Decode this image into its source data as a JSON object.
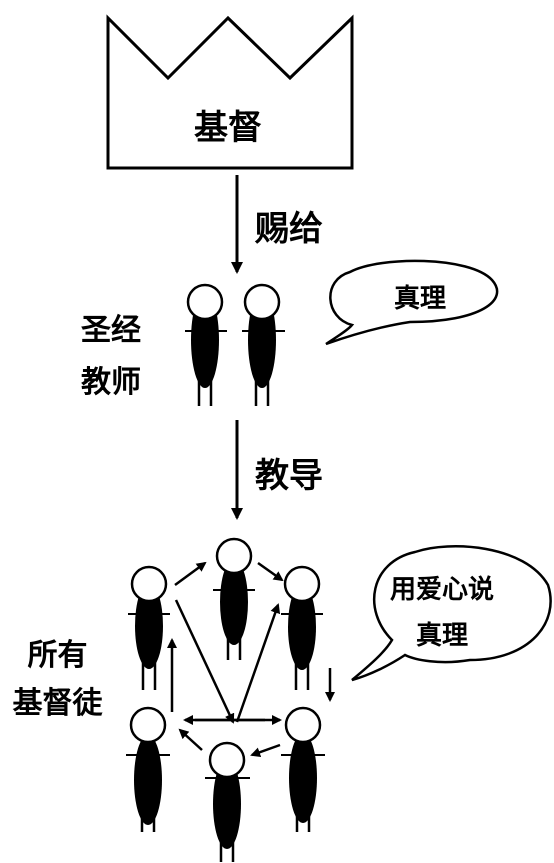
{
  "crown": {
    "label": "基督"
  },
  "arrow_top": {
    "label": "赐给"
  },
  "teachers": {
    "line1": "圣经",
    "line2": "教师"
  },
  "bubble_top": {
    "text": "真理"
  },
  "arrow_middle": {
    "label": "教导"
  },
  "bubble_bottom": {
    "line1": "用爱心说",
    "line2": "真理"
  },
  "believers": {
    "line1": "所有",
    "line2": "基督徒"
  }
}
